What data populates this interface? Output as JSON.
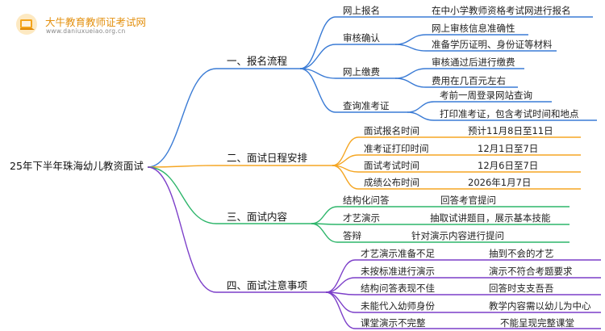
{
  "logo": {
    "title": "大牛教育教师证考试网",
    "url": "www.daniuxueiao.org.cn"
  },
  "colors": {
    "blue": "#3a7bd5",
    "orange": "#f5a623",
    "green": "#2db56a",
    "purple": "#7c3fc9"
  },
  "root": "25年下半年珠海幼儿教资面试",
  "branches": [
    {
      "label": "一、报名流程",
      "children": [
        {
          "label": "网上报名",
          "leaves": [
            "在中小学教师资格考试网进行报名"
          ]
        },
        {
          "label": "审核确认",
          "leaves": [
            "网上审核信息准确性",
            "准备学历证明、身份证等材料"
          ]
        },
        {
          "label": "网上缴费",
          "leaves": [
            "审核通过后进行缴费",
            "费用在几百元左右"
          ]
        },
        {
          "label": "查询准考证",
          "leaves": [
            "考前一周登录网站查询",
            "打印准考证，包含考试时间和地点"
          ]
        }
      ]
    },
    {
      "label": "二、面试日程安排",
      "children": [
        {
          "label": "面试报名时间",
          "leaves": [
            "预计11月8日至11日"
          ]
        },
        {
          "label": "准考证打印时间",
          "leaves": [
            "12月1日至7日"
          ]
        },
        {
          "label": "面试考试时间",
          "leaves": [
            "12月6日至7日"
          ]
        },
        {
          "label": "成绩公布时间",
          "leaves": [
            "2026年1月7日"
          ]
        }
      ]
    },
    {
      "label": "三、面试内容",
      "children": [
        {
          "label": "结构化问答",
          "leaves": [
            "回答考官提问"
          ]
        },
        {
          "label": "才艺演示",
          "leaves": [
            "抽取试讲题目，展示基本技能"
          ]
        },
        {
          "label": "答辩",
          "leaves": [
            "针对演示内容进行提问"
          ]
        }
      ]
    },
    {
      "label": "四、面试注意事项",
      "children": [
        {
          "label": "才艺演示准备不足",
          "leaves": [
            "抽到不会的才艺"
          ]
        },
        {
          "label": "未按标准进行演示",
          "leaves": [
            "演示不符合考题要求"
          ]
        },
        {
          "label": "结构问答表现不佳",
          "leaves": [
            "回答时支支吾吾"
          ]
        },
        {
          "label": "未能代入幼师身份",
          "leaves": [
            "教学内容需以幼儿为中心"
          ]
        },
        {
          "label": "课堂演示不完整",
          "leaves": [
            "不能呈现完整课堂"
          ]
        }
      ]
    }
  ]
}
